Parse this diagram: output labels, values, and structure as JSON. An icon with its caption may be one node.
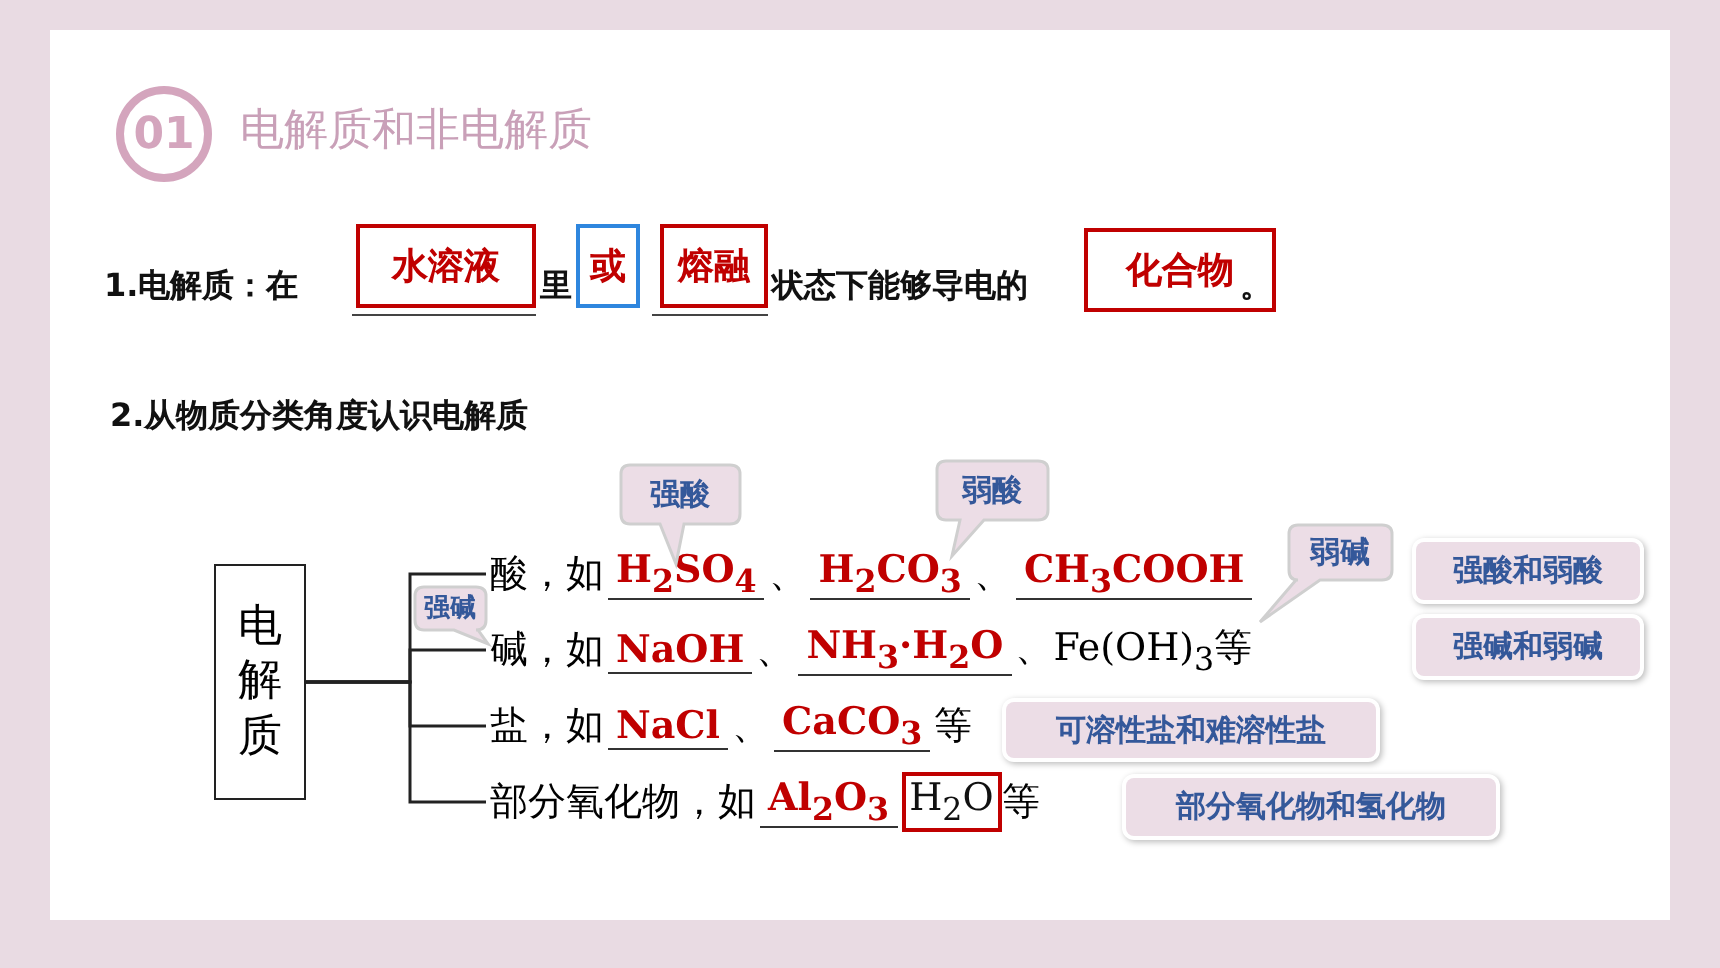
{
  "diagram": {
    "title": "电解质和非电解质",
    "nodes": [
      {
        "text": [
          "01"
        ]
      },
      {
        "text": [
          "水溶液"
        ]
      },
      {
        "text": [
          "或"
        ]
      },
      {
        "text": [
          "熔融"
        ]
      },
      {
        "text": [
          "化合物"
        ]
      },
      {
        "text": [
          "强酸"
        ]
      },
      {
        "text": [
          "弱酸"
        ]
      },
      {
        "text": [
          "电解质"
        ]
      },
      {
        "text": [
          "酸，如",
          "H$_{2}$SO$_{4}$",
          "、",
          "H$_{2}$CO$_{3}$",
          "、",
          "CH$_{3}$COOH"
        ]
      },
      {
        "text": [
          "弱碱"
        ]
      },
      {
        "text": [
          "强酸和弱酸"
        ]
      },
      {
        "text": [
          "强碱"
        ]
      },
      {
        "text": [
          "碱，如",
          "NaOH",
          "、",
          "NH$_{3}$·H$_{2}$O",
          "、Fe(OH)$_{3}$等"
        ]
      },
      {
        "text": [
          "强碱和弱碱"
        ]
      },
      {
        "text": [
          "盐，如",
          "NaCl",
          "、",
          "CaCO$_{3}$",
          "等"
        ]
      },
      {
        "text": [
          "可溶性盐和难溶性盐"
        ]
      },
      {
        "text": [
          "部分氧化物，如",
          "Al$_{2}$O$_{3}$",
          "等"
        ]
      },
      {
        "text": [
          "H$_{2}$O"
        ],
        "in": 16
      },
      {
        "text": [
          "部分氧化物和氢化物"
        ]
      }
    ],
    "edges": [
      {
        "from": 7,
        "to": 8,
        "arrow": "none"
      },
      {
        "from": 7,
        "to": 12,
        "arrow": "none"
      },
      {
        "from": 7,
        "to": 14,
        "arrow": "none"
      },
      {
        "from": 7,
        "to": 16,
        "arrow": "none"
      }
    ],
    "labels": [
      "1.电解质：在",
      "里",
      "状态下能够导电的",
      "。",
      "2.从物质分类角度认识电解质"
    ]
  }
}
